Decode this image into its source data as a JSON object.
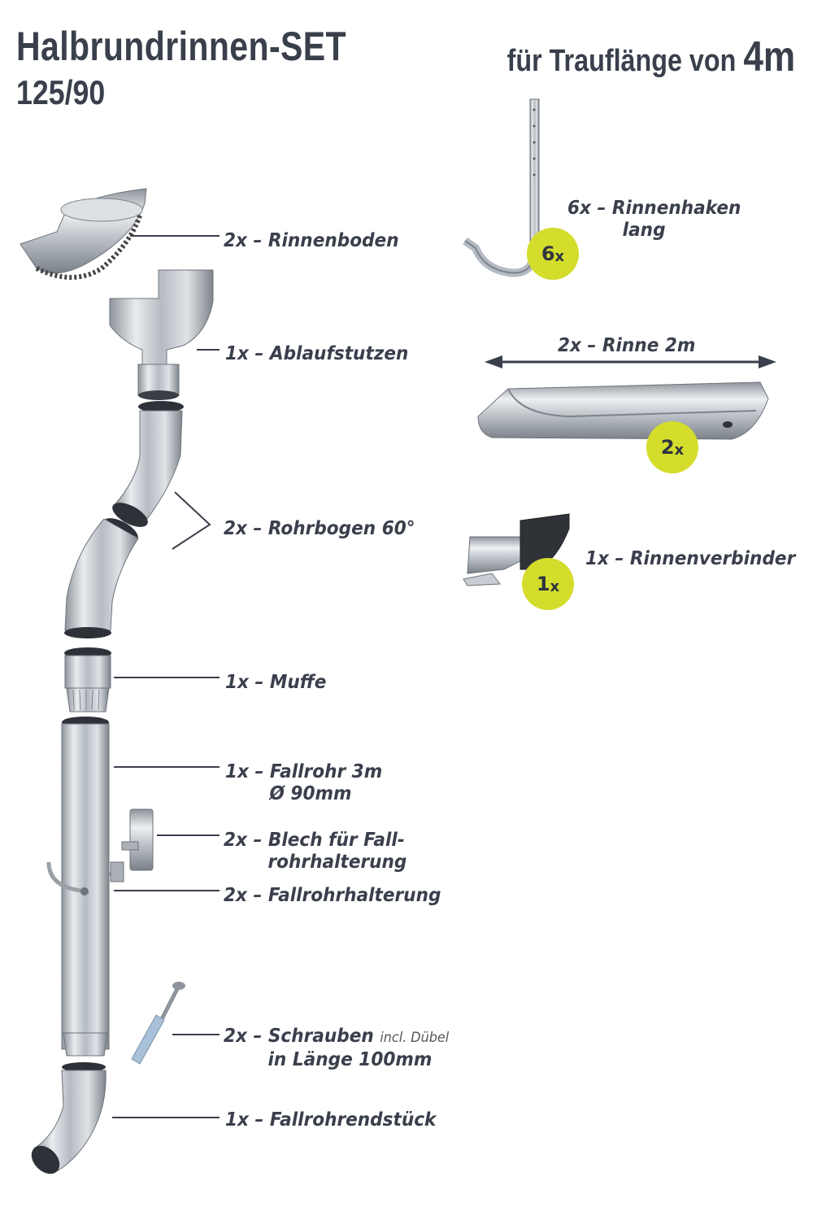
{
  "header": {
    "title": "Halbrundrinnen-SET",
    "subtitle": "125/90",
    "headline_prefix": "für Trauflänge von",
    "headline_value": "4m"
  },
  "parts": {
    "rinnenboden": "2x – Rinnenboden",
    "ablaufstutzen": "1x – Ablaufstutzen",
    "rohrbogen": "2x – Rohrbogen 60°",
    "muffe": "1x – Muffe",
    "fallrohr_1": "1x – Fallrohr 3m",
    "fallrohr_2": "Ø 90mm",
    "blech_1": "2x – Blech für Fall-",
    "blech_2": "rohrhalterung",
    "halterung": "2x – Fallrohrhalterung",
    "schrauben_1": "2x – Schrauben",
    "schrauben_note": "incl. Dübel",
    "schrauben_2": "in Länge 100mm",
    "endstueck": "1x – Fallrohrendstück",
    "haken_1": "6x – Rinnenhaken",
    "haken_2": "lang",
    "rinne": "2x – Rinne 2m",
    "verbinder": "1x – Rinnenverbinder"
  },
  "badges": {
    "haken": "6",
    "rinne": "2",
    "verbinder": "1",
    "suffix": "x"
  },
  "colors": {
    "text": "#3a3f4c",
    "badge": "#d4dd2b",
    "metal": "#c9ced4"
  }
}
